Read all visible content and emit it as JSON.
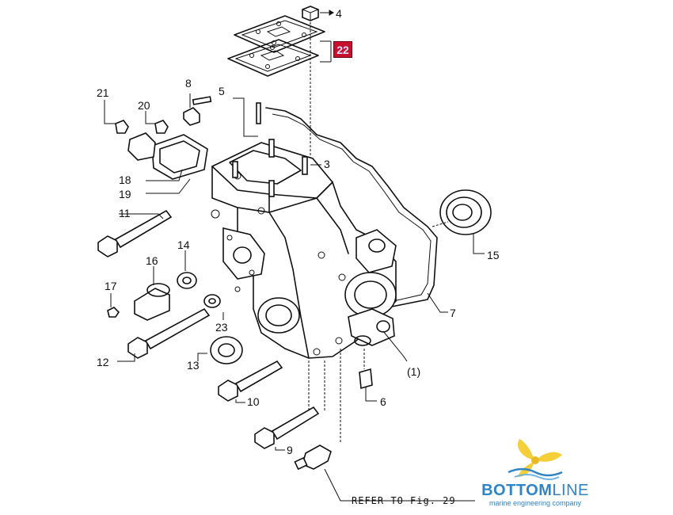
{
  "callouts": {
    "c1": "(1)",
    "c3": "3",
    "c4": "4",
    "c5": "5",
    "c6": "6",
    "c7": "7",
    "c8": "8",
    "c9": "9",
    "c10": "10",
    "c11": "11",
    "c12": "12",
    "c13": "13",
    "c14": "14",
    "c15": "15",
    "c16": "16",
    "c17": "17",
    "c18": "18",
    "c19": "19",
    "c20": "20",
    "c21": "21",
    "c23": "23"
  },
  "highlight": {
    "label": "22",
    "color": "#c8102e"
  },
  "reference_note": "REFER TO Fig. 29",
  "logo": {
    "name_bold": "BOTTOM",
    "name_light": "LINE",
    "tagline": "marine engineering company",
    "brand_color": "#2f84c6",
    "icon": "propeller-wave-icon"
  }
}
